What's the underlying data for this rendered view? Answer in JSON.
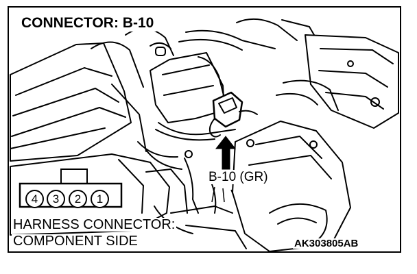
{
  "title": "CONNECTOR: B-10",
  "connector_label": "B-10 (GR)",
  "harness_line1": "HARNESS CONNECTOR:",
  "harness_line2": "COMPONENT SIDE",
  "code": "AK303805AB",
  "pins": [
    "4",
    "3",
    "2",
    "1"
  ]
}
